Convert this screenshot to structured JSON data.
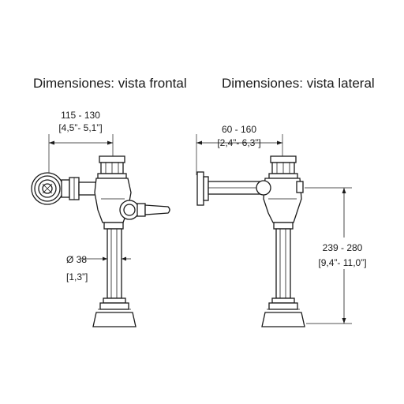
{
  "views": {
    "front": {
      "title": "Dimensiones: vista frontal",
      "width_dim": {
        "mm": "115 - 130",
        "in": "[4,5”- 5,1”]"
      },
      "diameter_dim": {
        "mm": "Ø 38",
        "in": "[1,3”]"
      }
    },
    "side": {
      "title": "Dimensiones: vista lateral",
      "depth_dim": {
        "mm": "60 - 160",
        "in": "[2,4”- 6,3”]"
      },
      "height_dim": {
        "mm": "239 - 280",
        "in": "[9,4”- 11,0”]"
      }
    }
  }
}
